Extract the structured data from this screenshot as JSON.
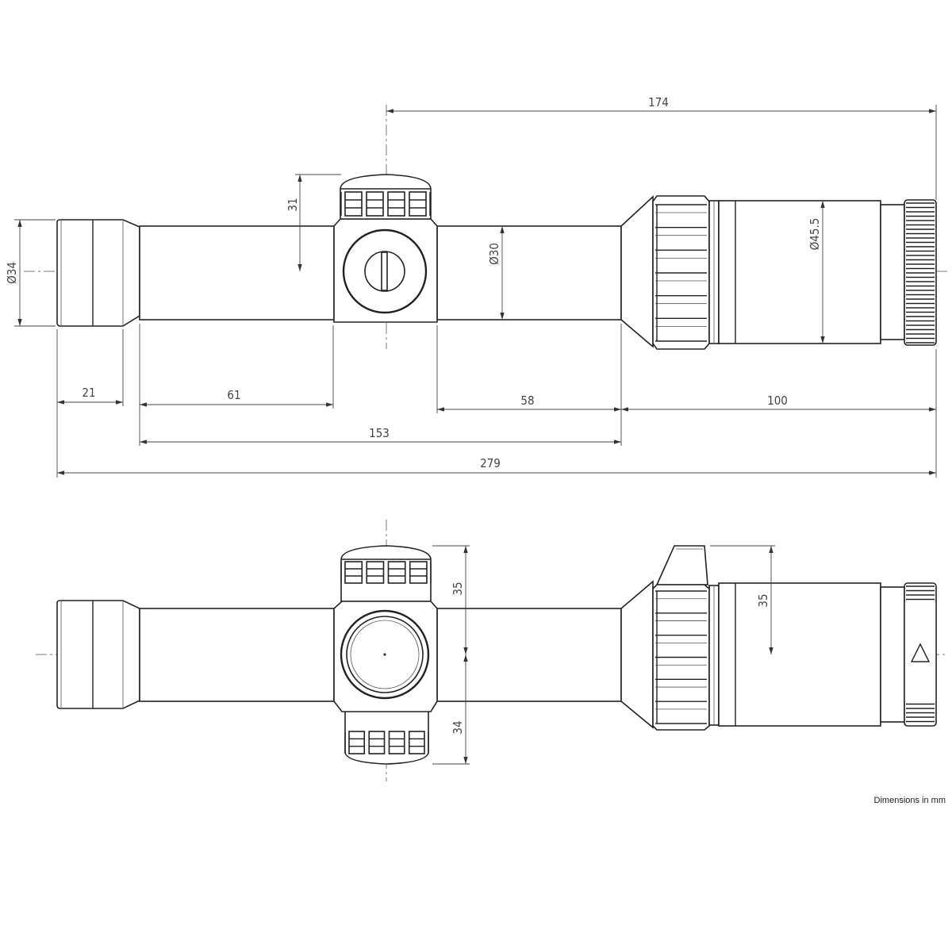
{
  "drawing": {
    "top_view": {
      "dimensions": {
        "overall_length": "279",
        "eyepiece_length": "21",
        "ocular_tube_length": "61",
        "front_tube_length": "58",
        "objective_length": "100",
        "tube_span": "153",
        "turret_to_end": "174",
        "turret_height": "31",
        "eyepiece_diameter": "Ø34",
        "tube_diameter": "Ø30",
        "objective_diameter": "Ø45.5"
      }
    },
    "side_view": {
      "dimensions": {
        "turret_top_height": "35",
        "turret_bottom_height": "34",
        "objective_tab_height": "35"
      }
    },
    "note": "Dimensions in mm",
    "line_color": "#222222"
  }
}
